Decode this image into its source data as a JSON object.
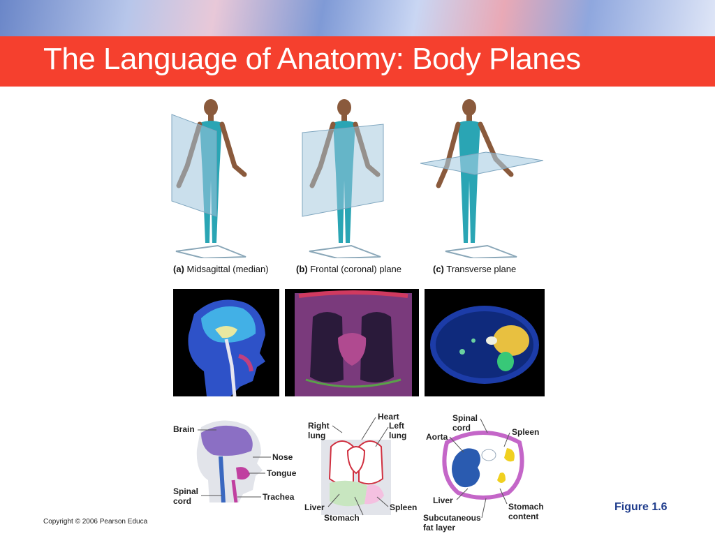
{
  "title": "The Language of Anatomy: Body Planes",
  "panels": {
    "a": {
      "letter": "(a)",
      "caption": "Midsagittal (median)"
    },
    "b": {
      "letter": "(b)",
      "caption": "Frontal (coronal) plane"
    },
    "c": {
      "letter": "(c)",
      "caption": "Transverse plane"
    }
  },
  "labels": {
    "brain": "Brain",
    "nose": "Nose",
    "tongue": "Tongue",
    "spinal_cord": "Spinal cord",
    "trachea": "Trachea",
    "right_lung": "Right lung",
    "heart": "Heart",
    "left_lung": "Left lung",
    "liver": "Liver",
    "stomach": "Stomach",
    "spleen": "Spleen",
    "aorta": "Aorta",
    "stomach_content": "Stomach content",
    "subcutaneous_fat": "Subcutaneous fat layer"
  },
  "figure_label": "Figure 1.6",
  "copyright": "Copyright © 2006 Pearson Educa"
}
